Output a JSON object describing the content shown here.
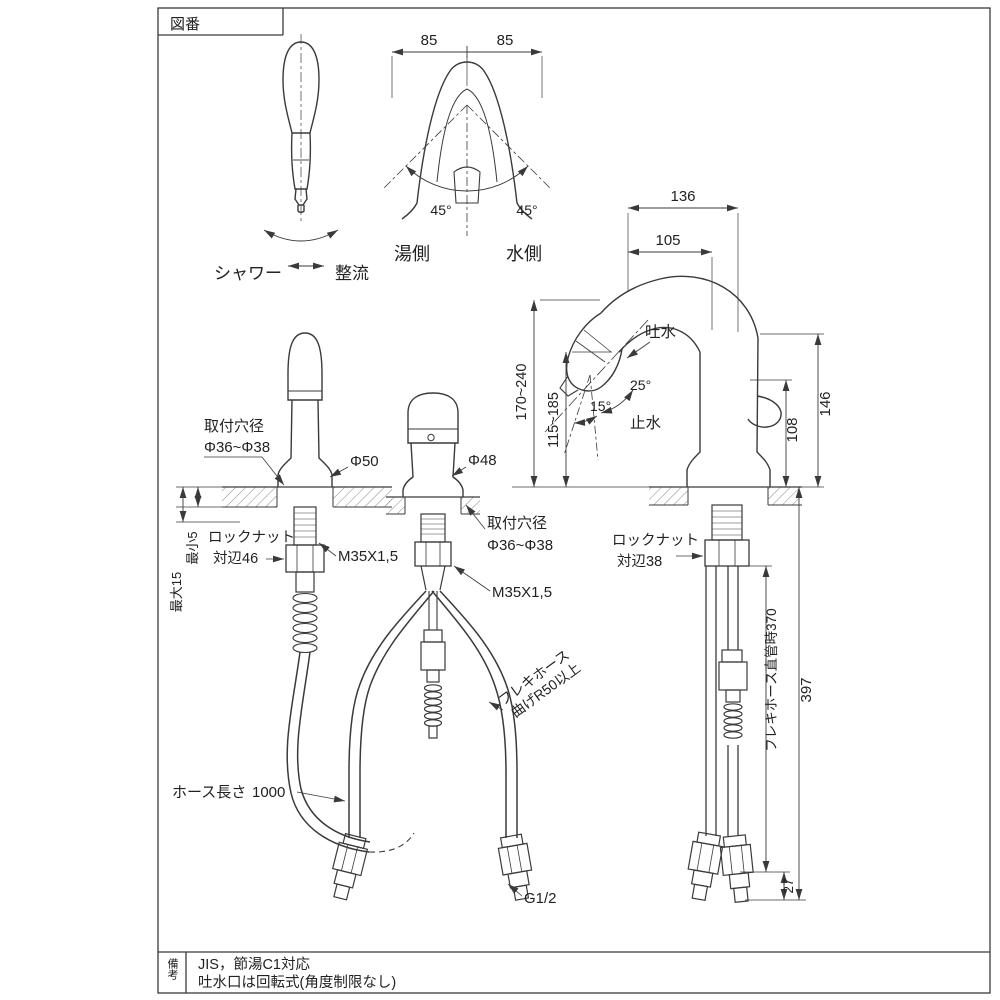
{
  "frame": {
    "drawing_no_label": "図番",
    "remarks_label": "備考",
    "remarks_line1": "JIS，節湯C1対応",
    "remarks_line2": "吐水口は回転式(角度制限なし)"
  },
  "spray_view": {
    "shower_label": "シャワー",
    "laminar_label": "整流"
  },
  "front_view": {
    "dim_left": "85",
    "dim_right": "85",
    "angle_left": "45°",
    "angle_right": "45°",
    "hot_side_label": "湯側",
    "cold_side_label": "水側"
  },
  "left_view": {
    "mount_hole_label": "取付穴径",
    "mount_hole_dia": "Φ36~Φ38",
    "body_dia": "Φ50",
    "locknut_label": "ロックナット",
    "locknut_size": "対辺46",
    "thread_spec": "M35X1,5",
    "deck_max": "最大15",
    "deck_min": "最小5",
    "hose_length_label": "ホース長さ",
    "hose_length_value": "1000"
  },
  "center_view": {
    "body_dia": "Φ48",
    "mount_hole_label": "取付穴径",
    "mount_hole_dia": "Φ36~Φ38",
    "thread_spec": "M35X1,5",
    "flex_hose_line1": "フレキホース",
    "flex_hose_line2": "曲げR50以上",
    "connection_thread": "G1/2"
  },
  "right_view": {
    "dim_136": "136",
    "dim_105": "105",
    "height_range_outer": "170~240",
    "height_range_inner": "115~185",
    "discharge_label": "吐水",
    "stop_label": "止水",
    "angle_25": "25°",
    "angle_15": "15°",
    "dim_146": "146",
    "dim_108": "108",
    "locknut_label": "ロックナット",
    "locknut_size": "対辺38",
    "flex_straight_dim": "フレキホース直管時370",
    "dim_397": "397",
    "dim_27": "27"
  }
}
